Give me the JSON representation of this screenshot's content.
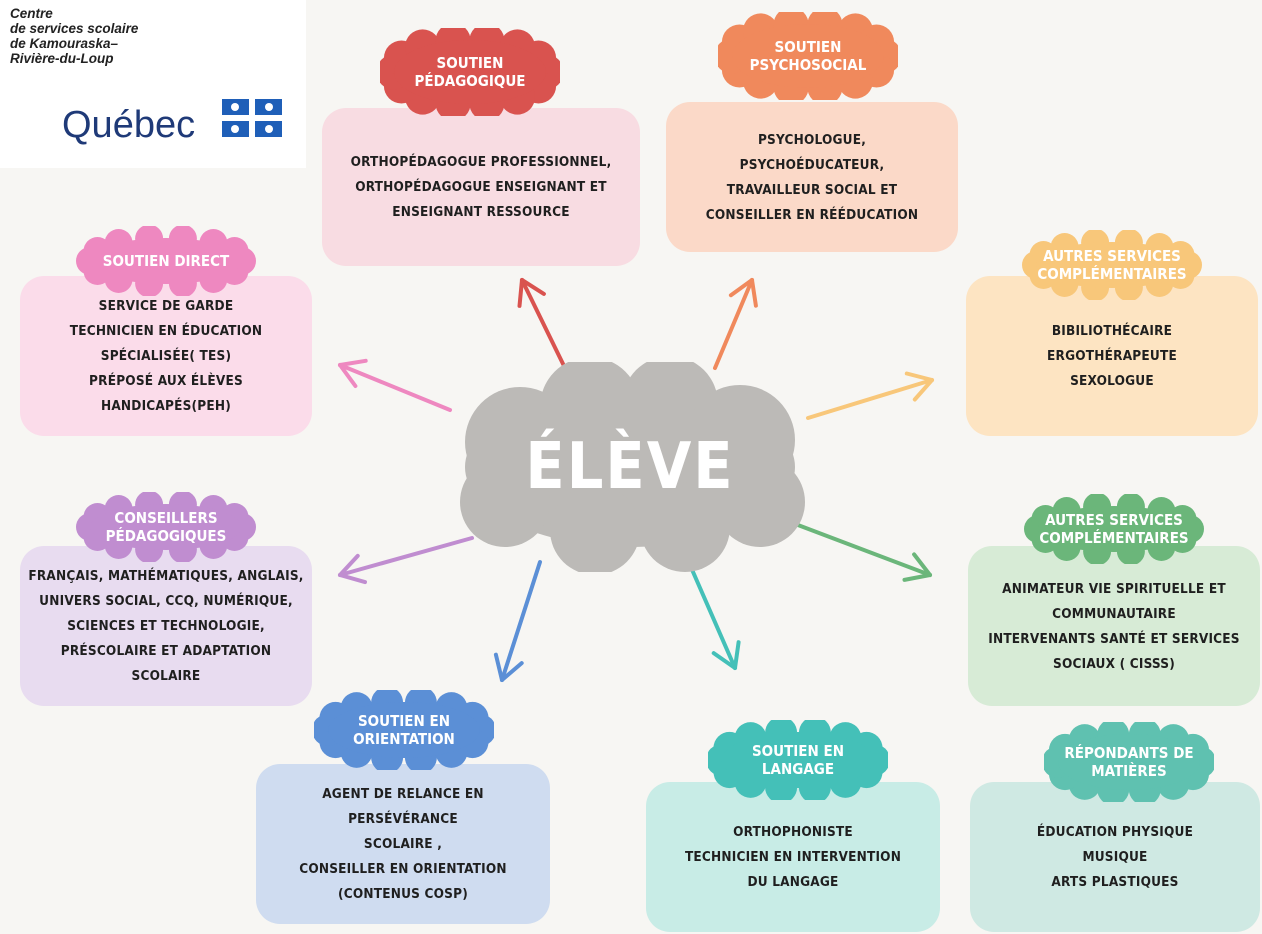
{
  "logo": {
    "org_lines": [
      "Centre",
      "de services scolaire",
      "de Kamouraska–",
      "Rivière-du-Loup"
    ],
    "province": "Québec"
  },
  "center": {
    "label": "ÉLÈVE",
    "color": "#bcbab7"
  },
  "categories": [
    {
      "id": "pedagogique",
      "title": [
        "SOUTIEN",
        "PÉDAGOGIQUE"
      ],
      "color": "#d9534f",
      "box_color": "#f8dce2",
      "lines": [
        "ORTHOPÉDAGOGUE PROFESSIONNEL,",
        "ORTHOPÉDAGOGUE ENSEIGNANT ET",
        "ENSEIGNANT RESSOURCE"
      ]
    },
    {
      "id": "psychosocial",
      "title": [
        "SOUTIEN",
        "PSYCHOSOCIAL"
      ],
      "color": "#f0895c",
      "box_color": "#fbd9c8",
      "lines": [
        "PSYCHOLOGUE,",
        "PSYCHOÉDUCATEUR,",
        "TRAVAILLEUR SOCIAL ET",
        "CONSEILLER EN RÉÉDUCATION"
      ]
    },
    {
      "id": "autres-1",
      "title": [
        "AUTRES SERVICES",
        "COMPLÉMENTAIRES"
      ],
      "color": "#f8c77a",
      "box_color": "#fde4c2",
      "lines": [
        "BIBILIOTHÉCAIRE",
        "ERGOTHÉRAPEUTE",
        "SEXOLOGUE"
      ]
    },
    {
      "id": "autres-2",
      "title": [
        "AUTRES SERVICES",
        "COMPLÉMENTAIRES"
      ],
      "color": "#6bb67a",
      "box_color": "#d7ebd6",
      "lines": [
        "ANIMATEUR VIE SPIRITUELLE ET",
        "COMMUNAUTAIRE",
        "INTERVENANTS SANTÉ ET SERVICES",
        "SOCIAUX ( CISSS)"
      ]
    },
    {
      "id": "repondants",
      "title": [
        "RÉPONDANTS DE",
        "MATIÈRES"
      ],
      "color": "#5fc1b0",
      "box_color": "#cfe9e3",
      "lines": [
        "ÉDUCATION PHYSIQUE",
        "MUSIQUE",
        "ARTS PLASTIQUES"
      ]
    },
    {
      "id": "langage",
      "title": [
        "SOUTIEN EN",
        "LANGAGE"
      ],
      "color": "#44c0b8",
      "box_color": "#c8ece6",
      "lines": [
        "ORTHOPHONISTE",
        "TECHNICIEN EN INTERVENTION",
        "DU LANGAGE"
      ]
    },
    {
      "id": "orientation",
      "title": [
        "SOUTIEN EN",
        "ORIENTATION"
      ],
      "color": "#5b8fd6",
      "box_color": "#cfdcf0",
      "lines": [
        "AGENT DE RELANCE EN",
        "PERSÉVÉRANCE",
        "SCOLAIRE ,",
        "CONSEILLER EN ORIENTATION",
        "(CONTENUS COSP)"
      ]
    },
    {
      "id": "conseillers",
      "title": [
        "CONSEILLERS",
        "PÉDAGOGIQUES"
      ],
      "color": "#c08dd0",
      "box_color": "#e8dcf0",
      "lines": [
        "FRANÇAIS, MATHÉMATIQUES, ANGLAIS,",
        "UNIVERS SOCIAL, CCQ, NUMÉRIQUE,",
        "SCIENCES ET TECHNOLOGIE,",
        "PRÉSCOLAIRE ET ADAPTATION",
        "SCOLAIRE"
      ]
    },
    {
      "id": "direct",
      "title": [
        "SOUTIEN DIRECT"
      ],
      "color": "#ee88c0",
      "box_color": "#fbdcea",
      "lines": [
        "SERVICE DE GARDE",
        "TECHNICIEN EN ÉDUCATION",
        "SPÉCIALISÉE( TES)",
        "PRÉPOSÉ AUX ÉLÈVES",
        "HANDICAPÉS(PEH)"
      ]
    }
  ]
}
